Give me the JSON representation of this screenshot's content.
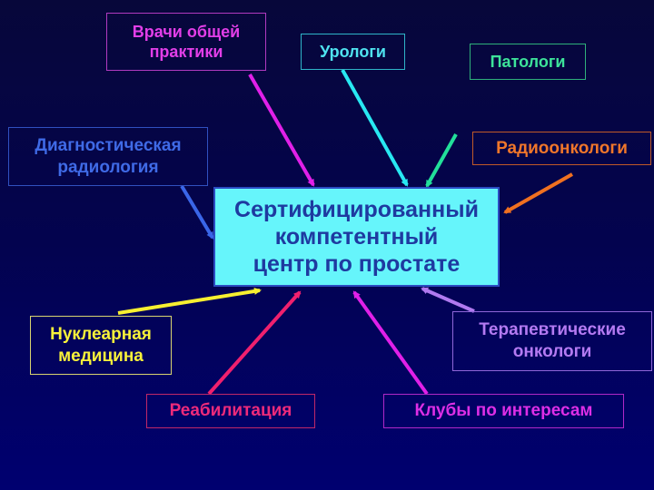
{
  "diagram": {
    "center": {
      "label": "Сертифицированный\nкомпетентный\nцентр по простате",
      "text_color": "#1e3aa0",
      "fill": "#66f5fb"
    },
    "nodes": [
      {
        "id": "gp",
        "label": "Врачи общей\nпрактики",
        "color": "#e23ee8"
      },
      {
        "id": "urologists",
        "label": "Урологи",
        "color": "#4fe3f0"
      },
      {
        "id": "pathologists",
        "label": "Патологи",
        "color": "#3de39a"
      },
      {
        "id": "diag-radiology",
        "label": "Диагностическая\nрадиология",
        "color": "#3f6ae6"
      },
      {
        "id": "radio-oncologists",
        "label": "Радиоонкологи",
        "color": "#f0762a"
      },
      {
        "id": "nuclear-medicine",
        "label": "Нуклеарная\nмедицина",
        "color": "#f8f23a"
      },
      {
        "id": "therapeutic-oncologists",
        "label": "Терапевтические\nонкологи",
        "color": "#b47af2"
      },
      {
        "id": "rehabilitation",
        "label": "Реабилитация",
        "color": "#ee2a7a"
      },
      {
        "id": "interest-clubs",
        "label": "Клубы по интересам",
        "color": "#dd2ee6"
      }
    ],
    "edges": [
      {
        "from": "gp",
        "to": "center",
        "color": "#e020e8"
      },
      {
        "from": "urologists",
        "to": "center",
        "color": "#28e8f2"
      },
      {
        "from": "pathologists",
        "to": "center",
        "color": "#22e09a"
      },
      {
        "from": "diag-radiology",
        "to": "center",
        "color": "#3a66e8"
      },
      {
        "from": "radio-oncologists",
        "to": "center",
        "color": "#f07020"
      },
      {
        "from": "nuclear-medicine",
        "to": "center",
        "color": "#f8f030"
      },
      {
        "from": "therapeutic-oncologists",
        "to": "center",
        "color": "#b07af0"
      },
      {
        "from": "rehabilitation",
        "to": "center",
        "color": "#f0206e"
      },
      {
        "from": "interest-clubs",
        "to": "center",
        "color": "#e020e8"
      }
    ]
  }
}
